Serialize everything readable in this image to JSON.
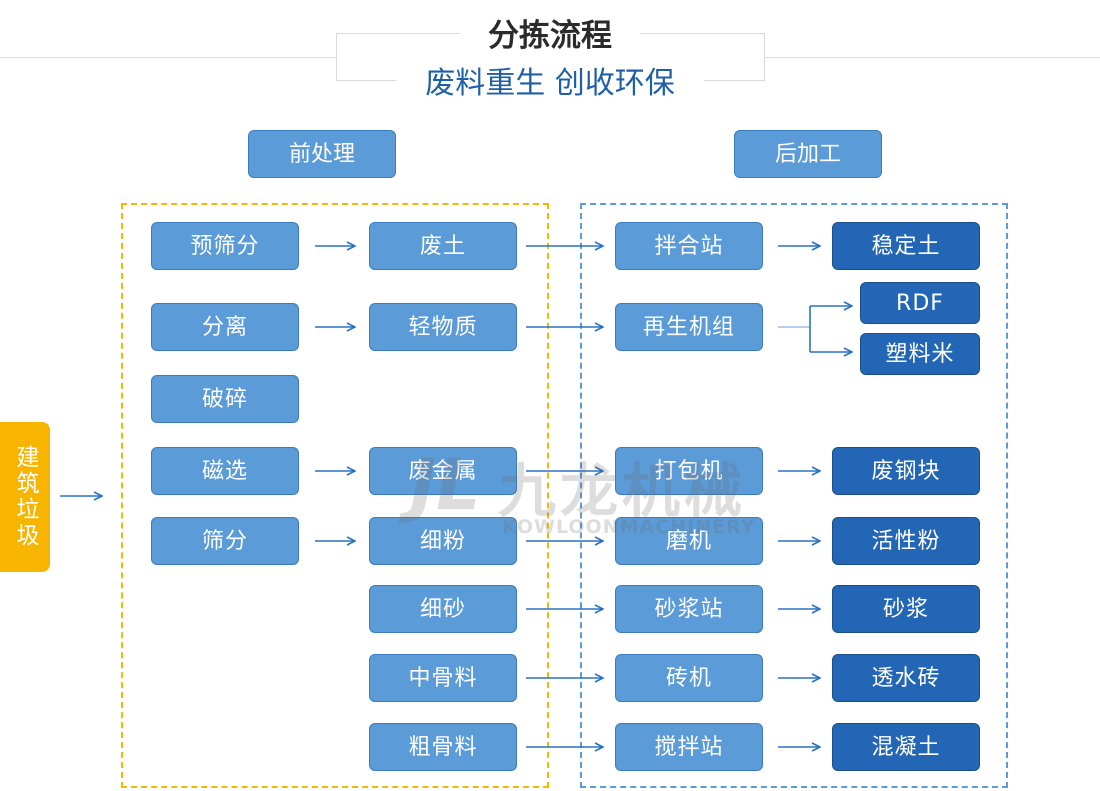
{
  "header": {
    "title": "分拣流程",
    "subtitle": "废料重生 创收环保"
  },
  "sections": {
    "pre_processing": "前处理",
    "post_processing": "后加工"
  },
  "source": {
    "label": "建筑垃圾"
  },
  "pre": {
    "prescreen": "预筛分",
    "separate": "分离",
    "crush": "破碎",
    "magnetic": "磁选",
    "screen": "筛分"
  },
  "materials": {
    "waste_soil": "废土",
    "light_matter": "轻物质",
    "scrap_metal": "废金属",
    "fine_powder": "细粉",
    "fine_sand": "细砂",
    "medium_aggregate": "中骨料",
    "coarse_aggregate": "粗骨料"
  },
  "machines": {
    "mixing_station": "拌合站",
    "recycling_unit": "再生机组",
    "baler": "打包机",
    "mill": "磨机",
    "mortar_station": "砂浆站",
    "brick_machine": "砖机",
    "stirring_station": "搅拌站"
  },
  "products": {
    "stabilized_soil": "稳定土",
    "rdf": "RDF",
    "plastic_pellets": "塑料米",
    "scrap_steel_block": "废钢块",
    "active_powder": "活性粉",
    "mortar": "砂浆",
    "permeable_brick": "透水砖",
    "concrete": "混凝土"
  },
  "watermark": {
    "logo": "JL",
    "cn": "九龙机械",
    "en": "KOWLOONMACHINERY"
  },
  "colors": {
    "light_box": "#5b9bd8",
    "dark_box": "#2266b5",
    "yellow": "#f5b800",
    "arrow": "#2a72c0",
    "subtitle": "#1f5fa8"
  }
}
